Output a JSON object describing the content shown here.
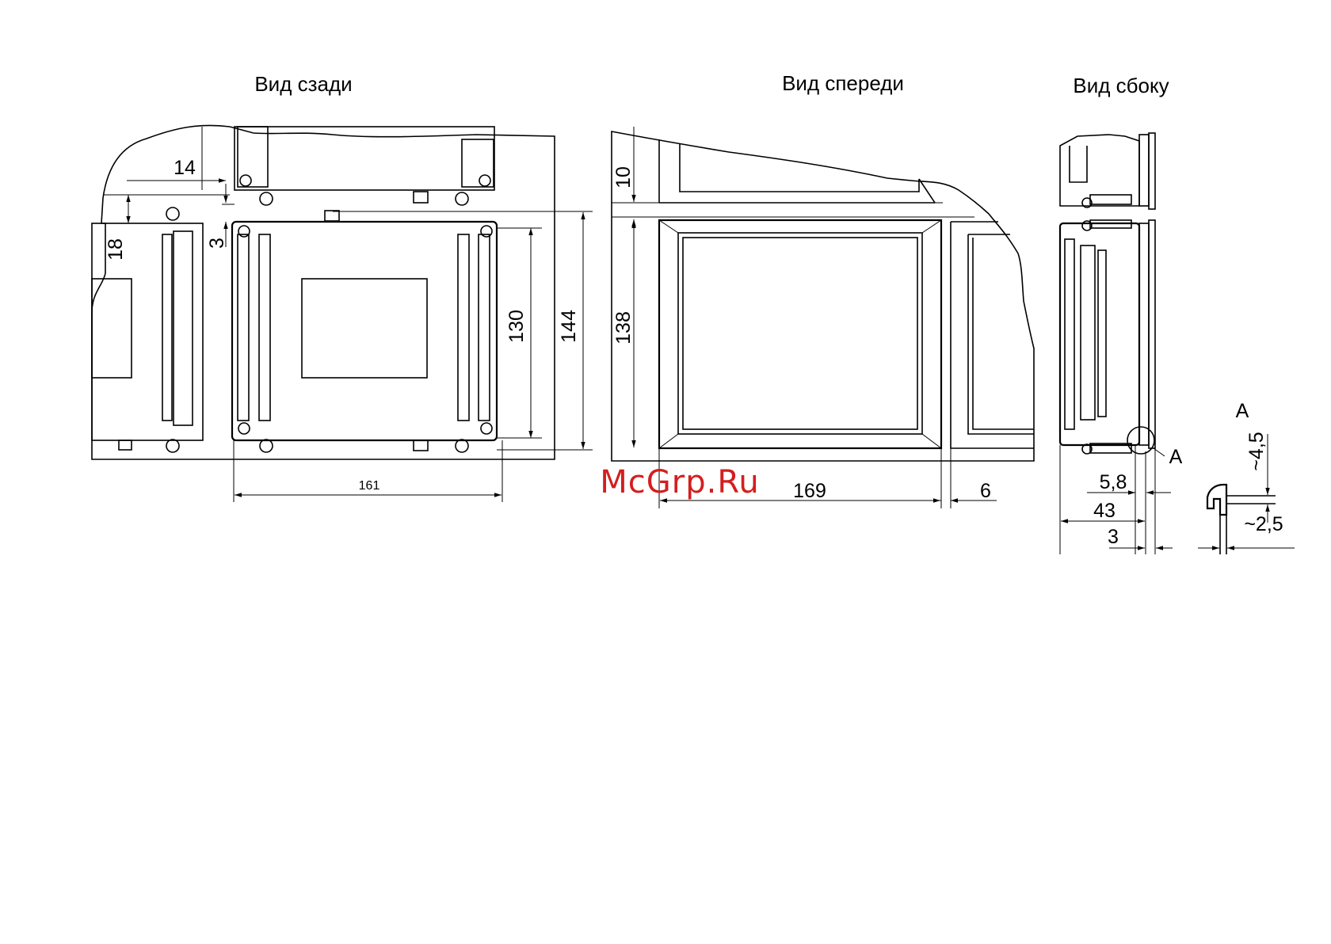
{
  "views": {
    "rear": "Вид сзади",
    "front": "Вид спереди",
    "side": "Вид сбоку"
  },
  "dimensions": {
    "rear_14": "14",
    "rear_18": "18",
    "rear_3": "3",
    "rear_130": "130",
    "rear_144": "144",
    "rear_161": "161",
    "front_10": "10",
    "front_138": "138",
    "front_169": "169",
    "front_6": "6",
    "side_5_8": "5,8",
    "side_43": "43",
    "side_3": "3",
    "detail_4_5": "~4,5",
    "detail_2_5": "~2,5"
  },
  "detail_label": "A",
  "detail_callout": "A",
  "watermark": "McGrp.Ru"
}
